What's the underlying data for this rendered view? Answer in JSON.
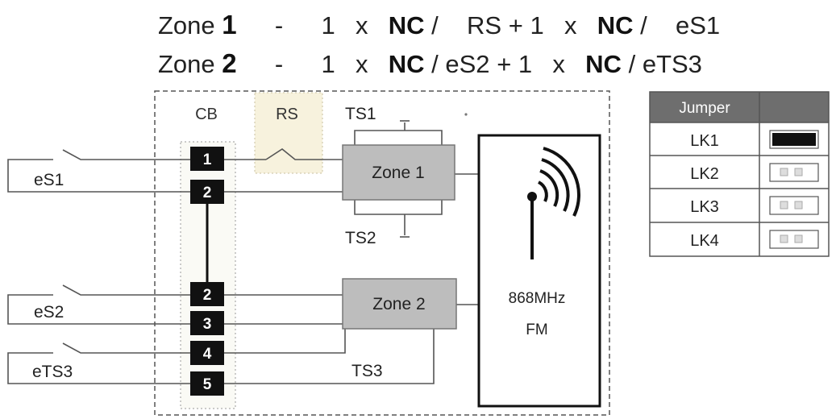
{
  "header": {
    "line1": [
      "Zone",
      "1",
      "-",
      "1",
      "x",
      "NC",
      "/",
      "RS",
      "+",
      "1",
      "x",
      "NC",
      "/",
      "eS1"
    ],
    "line2": [
      "Zone",
      "2",
      "-",
      "1",
      "x",
      "NC",
      "/",
      "eS2",
      "+",
      "1",
      "x",
      "NC",
      "/",
      "eTS3"
    ]
  },
  "labels": {
    "cb": "CB",
    "rs": "RS",
    "ts1": "TS1",
    "ts2": "TS2",
    "ts3": "TS3",
    "es1": "eS1",
    "es2": "eS2",
    "ets3": "eTS3",
    "zone1": "Zone 1",
    "zone2": "Zone 2",
    "radio_line1": "868MHz",
    "radio_line2": "FM"
  },
  "terminals": [
    "1",
    "2",
    "2",
    "3",
    "4",
    "5"
  ],
  "jumper_table": {
    "header": "Jumper",
    "rows": [
      {
        "name": "LK1",
        "state": "closed"
      },
      {
        "name": "LK2",
        "state": "open"
      },
      {
        "name": "LK3",
        "state": "open"
      },
      {
        "name": "LK4",
        "state": "open"
      }
    ]
  },
  "colors": {
    "terminal": "#111111",
    "zone_box": "#bdbdbd",
    "rs_highlight": "#f7f2dd",
    "table_header": "#6e6e6e"
  }
}
